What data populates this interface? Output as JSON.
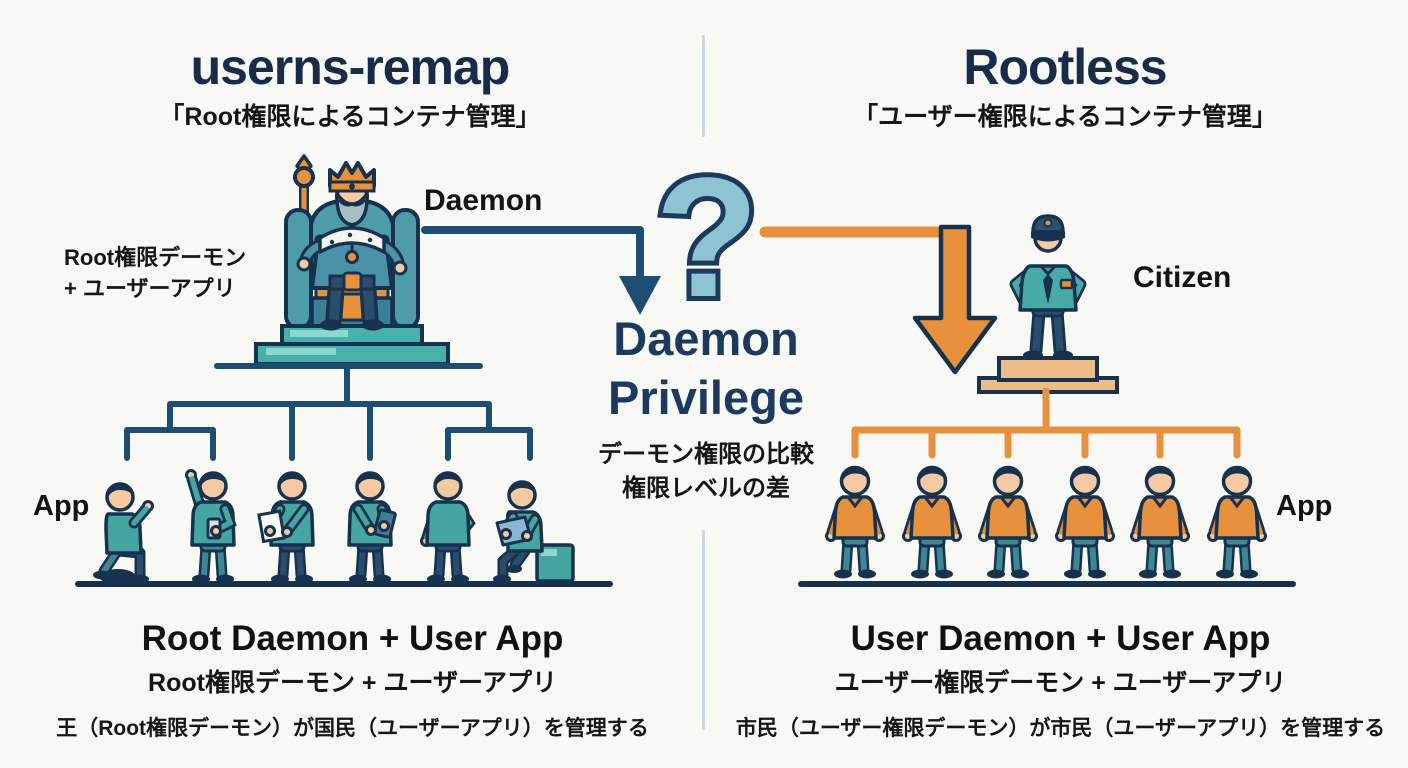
{
  "left": {
    "title": "userns-remap",
    "subtitle": "「Root権限によるコンテナ管理」",
    "side_label_line1": "Root権限デーモン",
    "side_label_line2": "+ ユーザーアプリ",
    "daemon_label": "Daemon",
    "app_label": "App",
    "caption_en": "Root Daemon + User App",
    "caption_ja": "Root権限デーモン + ユーザーアプリ",
    "caption_detail": "王（Root権限デーモン）が国民（ユーザーアプリ）を管理する",
    "figure_count": 6
  },
  "right": {
    "title": "Rootless",
    "subtitle": "「ユーザー権限によるコンテナ管理」",
    "citizen_label": "Citizen",
    "app_label": "App",
    "caption_en": "User Daemon + User App",
    "caption_ja": "ユーザー権限デーモン + ユーザーアプリ",
    "caption_detail": "市民（ユーザー権限デーモン）が市民（ユーザーアプリ）を管理する",
    "figure_count": 6
  },
  "center": {
    "question_mark": "?",
    "heading_line1": "Daemon",
    "heading_line2": "Privilege",
    "sub_line1": "デーモン権限の比較",
    "sub_line2": "権限レベルの差"
  },
  "icons": {
    "question-mark-icon": "?",
    "king-on-throne-icon": "crowned king seated on throne",
    "police-officer-icon": "police officer on podium",
    "citizen-person-icon": "standing citizen figure",
    "app-user-person-icon": "user app person figure",
    "down-arrow-navy-icon": "elbow arrow pointing down",
    "down-arrow-orange-icon": "thick elbow arrow pointing down"
  },
  "colors": {
    "background": "#f8f8f5",
    "navy_outline": "#16324f",
    "title_navy": "#182c49",
    "heading_navy": "#1b3a5e",
    "arrow_navy": "#1d4d73",
    "orange": "#e8913d",
    "teal_shirt": "#45a5a0",
    "teal_pants": "#3e8795",
    "robe_teal": "#4a92a8",
    "platform_teal": "#46b1ab",
    "question_fill": "#8ec4d2",
    "podium_tan": "#edbd87",
    "skin": "#f5c9a2",
    "divider_gray": "#ccd7de"
  }
}
